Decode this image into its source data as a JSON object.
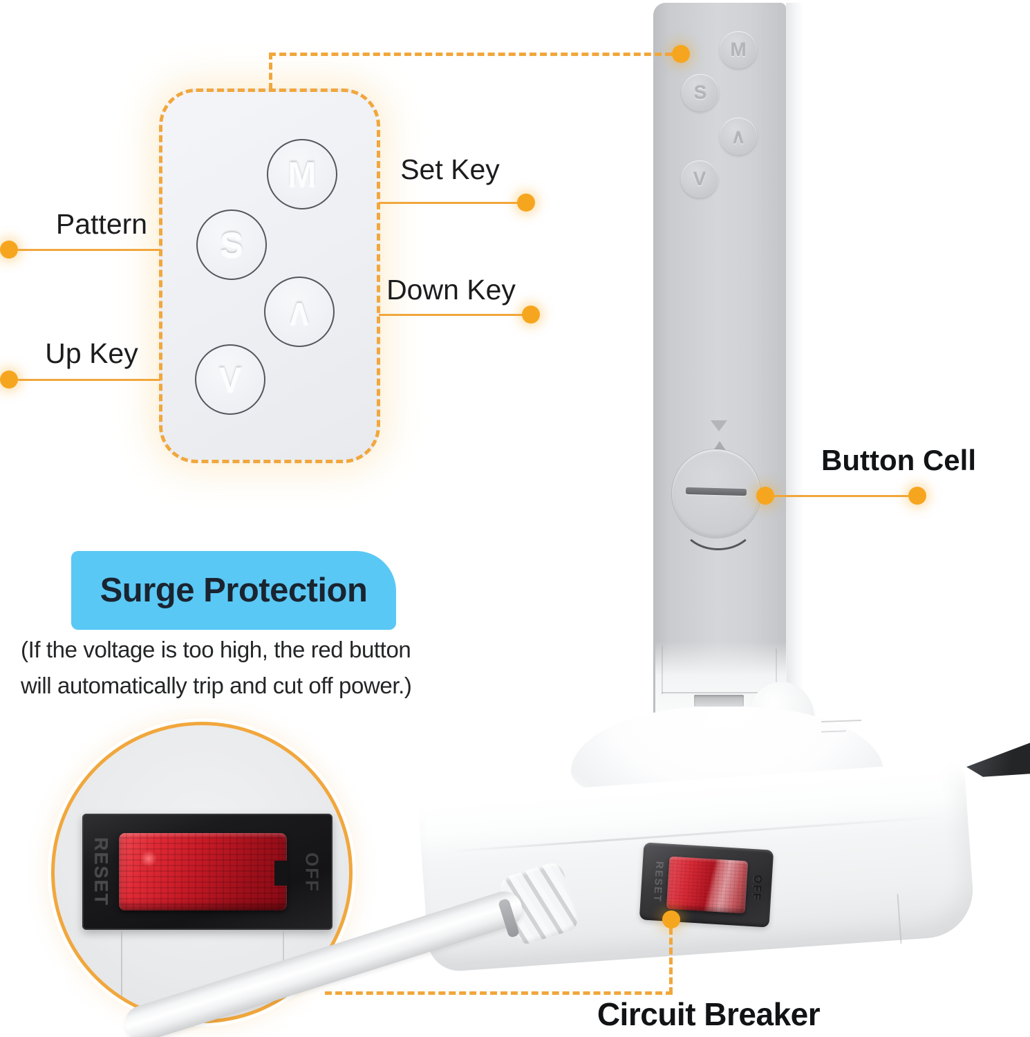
{
  "colors": {
    "accent_orange": "#F1A73C",
    "dot_orange": "#F6A61E",
    "highlight_blue": "#5AC8F5",
    "switch_red": "#D42430"
  },
  "keypad": {
    "keys": [
      {
        "id": "mode",
        "glyph": "M"
      },
      {
        "id": "set",
        "glyph": "S"
      },
      {
        "id": "down",
        "glyph": "∧"
      },
      {
        "id": "up",
        "glyph": "V"
      }
    ]
  },
  "callouts": {
    "pattern": "Pattern",
    "up_key": "Up Key",
    "set_key": "Set Key",
    "down_key": "Down Key",
    "button_cell": "Button Cell",
    "circuit_breaker": "Circuit Breaker"
  },
  "surge_protection": {
    "title": "Surge Protection",
    "note_line1": "(If the voltage is too high, the red button",
    "note_line2": "will automatically trip and cut off power.)"
  },
  "breaker_switch": {
    "reset": "RESET",
    "off": "OFF"
  }
}
